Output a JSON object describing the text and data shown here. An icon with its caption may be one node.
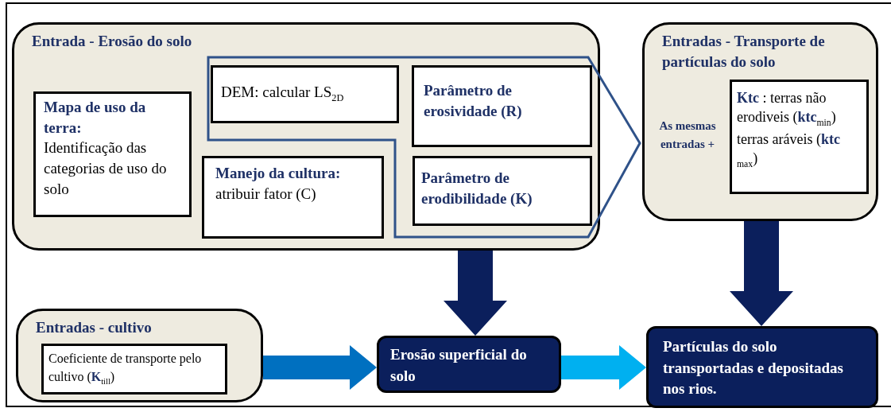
{
  "diagram": {
    "nodes": [
      {
        "text": [
          "Entrada - Erosão do solo"
        ]
      },
      {
        "text": [
          "Mapa de uso da terra:",
          "Identificação das categorias de uso do solo"
        ],
        "in": 0
      },
      {
        "text": [
          "DEM: calcular LS$_{2D}$"
        ],
        "in": 0
      },
      {
        "text": [
          "Parâmetro de erosividade (R)"
        ],
        "in": 0
      },
      {
        "text": [
          "Manejo da cultura:",
          "atribuir fator (C)"
        ],
        "in": 0
      },
      {
        "text": [
          "Parâmetro de erodibilidade (K)"
        ],
        "in": 0
      },
      {
        "text": [
          "Entradas - Transporte de partículas do solo",
          "As mesmas entradas +"
        ]
      },
      {
        "text": [
          "**Ktc** : terras não erodiveis (**ktc**$_{min}$) terras aráveis (**ktc** $_{max}$)"
        ],
        "in": 6
      },
      {
        "text": [
          "Entradas - cultivo"
        ]
      },
      {
        "text": [
          "Coeficiente de transporte pelo cultivo (**K**$_{till}$)"
        ],
        "in": 8
      },
      {
        "text": [
          "Erosão superficial do solo"
        ]
      },
      {
        "text": [
          "Partículas do solo transportadas e depositadas nos rios."
        ]
      }
    ],
    "edges": [
      {
        "from": 0,
        "to": 10,
        "arrow": "to"
      },
      {
        "from": 6,
        "to": 11,
        "arrow": "to"
      },
      {
        "from": 8,
        "to": 10,
        "arrow": "to",
        "color": "#0070c0"
      },
      {
        "from": 10,
        "to": 11,
        "arrow": "to",
        "color": "#00b0f0"
      }
    ]
  }
}
